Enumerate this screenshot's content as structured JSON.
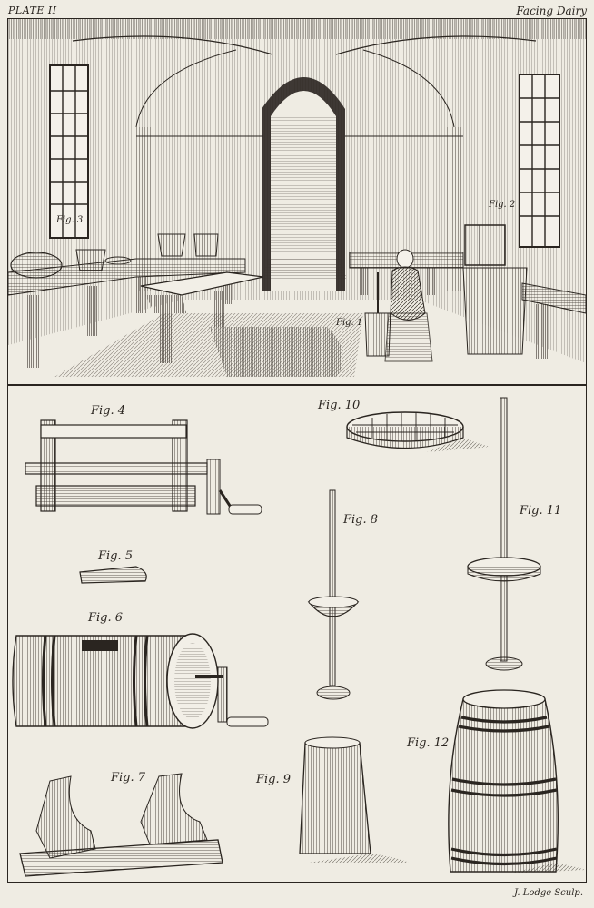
{
  "plate": {
    "number": "PLATE II",
    "caption": "Facing Dairy",
    "engraver": "J. Lodge Sculp."
  },
  "scene_labels": {
    "fig3": "Fig. 3",
    "fig2": "Fig. 2",
    "fig1": "Fig. 1"
  },
  "figures": {
    "fig4": "Fig. 4",
    "fig5": "Fig. 5",
    "fig6": "Fig. 6",
    "fig7": "Fig. 7",
    "fig8": "Fig. 8",
    "fig9": "Fig. 9",
    "fig10": "Fig. 10",
    "fig11": "Fig. 11",
    "fig12": "Fig. 12"
  }
}
